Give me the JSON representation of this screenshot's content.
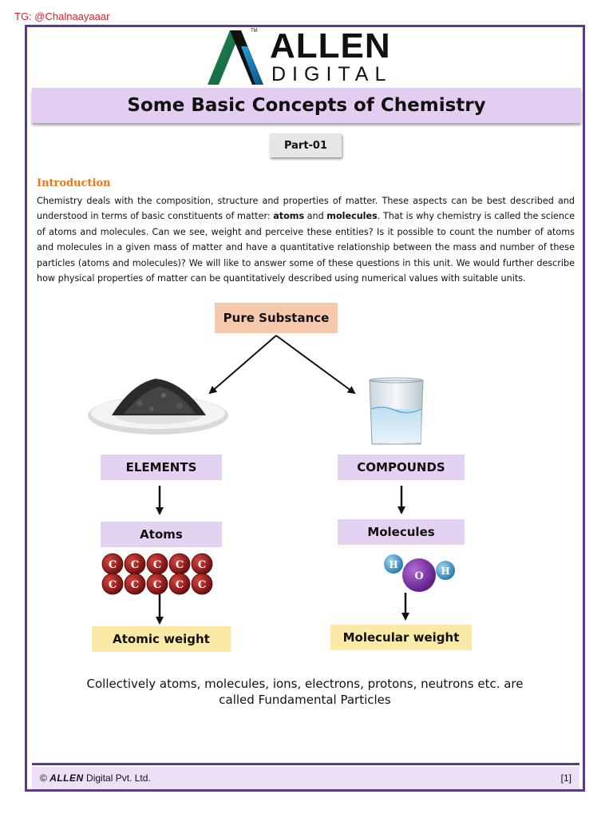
{
  "telegram_tag": "TG: @Chalnaayaaar",
  "logo": {
    "brand": "ALLEN",
    "sub": "DIGITAL",
    "tm": "TM"
  },
  "title": "Some Basic Concepts of Chemistry",
  "part_label": "Part-01",
  "intro": {
    "heading": "Introduction",
    "p1": "Chemistry deals with the composition, structure and properties of matter. These aspects can be best described and understood in terms of basic constituents of matter: ",
    "bold1": "atoms",
    "and": " and ",
    "bold2": "molecules",
    "p2": ". That is why chemistry is called the science of atoms and molecules. Can we see, weight and perceive these entities? Is it possible to count the number of atoms and molecules in a given mass of matter and have a quantitative relationship between the mass and number of these particles (atoms and molecules)? We will like to answer some of these questions in this unit. We would further describe how physical properties of matter can be quantitatively described using numerical values with suitable units."
  },
  "diagram": {
    "root": "Pure Substance",
    "left": {
      "category": "ELEMENTS",
      "particle": "Atoms",
      "property": "Atomic weight",
      "atom_symbol": "C"
    },
    "right": {
      "category": "COMPOUNDS",
      "particle": "Molecules",
      "property": "Molecular weight",
      "h": "H",
      "o": "O"
    }
  },
  "caption_line1": "Collectively atoms, molecules, ions, electrons, protons, neutrons etc. are",
  "caption_line2": "called Fundamental Particles",
  "footer": {
    "copyright": "©",
    "brand": "ALLEN",
    "company": " Digital Pvt. Ltd.",
    "page": "[1]"
  }
}
